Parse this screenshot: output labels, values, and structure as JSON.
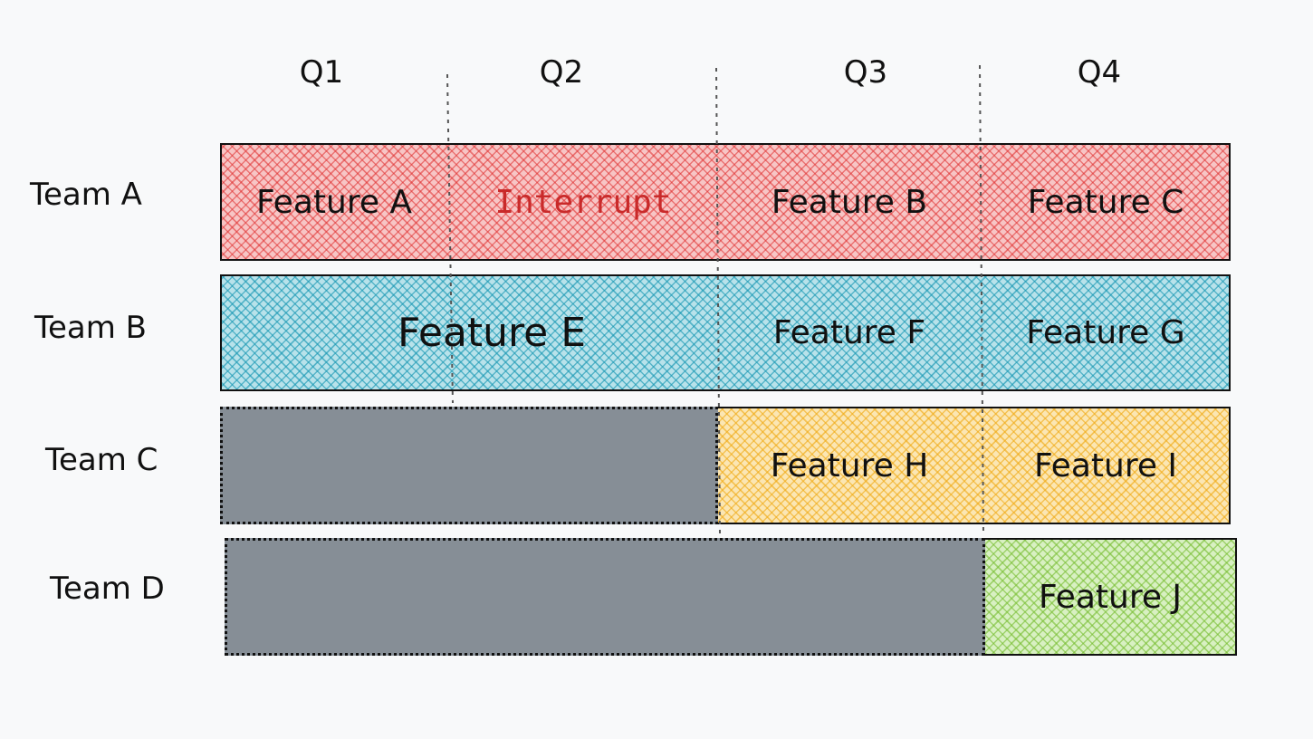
{
  "quarters": [
    "Q1",
    "Q2",
    "Q3",
    "Q4"
  ],
  "teams": [
    "Team A",
    "Team B",
    "Team C",
    "Team D"
  ],
  "rows": {
    "team_a": {
      "features": [
        "Feature A",
        "Interrupt",
        "Feature B",
        "Feature C"
      ]
    },
    "team_b": {
      "features": [
        "Feature E",
        "Feature F",
        "Feature G"
      ]
    },
    "team_c": {
      "features": [
        "Feature H",
        "Feature I"
      ]
    },
    "team_d": {
      "features": [
        "Feature J"
      ]
    }
  },
  "colors": {
    "team_a": "#e03131",
    "team_b": "#1596b2",
    "team_c": "#f0aa14",
    "team_d": "#78be32",
    "interrupt_text": "#c92a2a",
    "blocked": "#868e96"
  }
}
